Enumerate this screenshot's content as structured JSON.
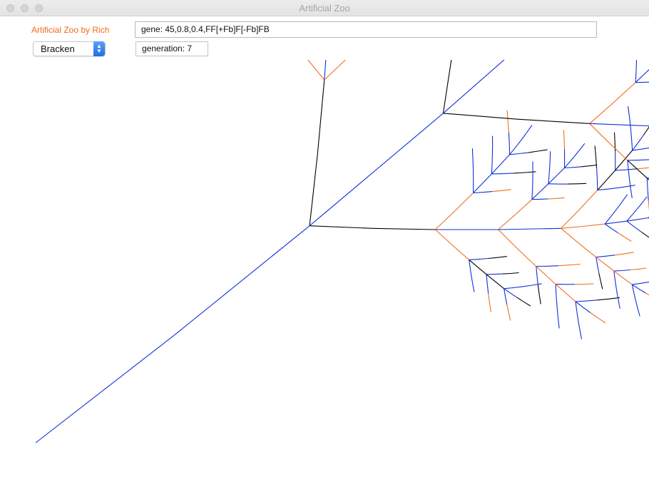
{
  "window": {
    "title": "Artificial Zoo"
  },
  "header": {
    "app_label": "Artificial Zoo by Rich",
    "gene_value": "gene: 45,0.8,0.4,FF[+Fb]F[-Fb]FB",
    "generation_value": "generation: 7",
    "species_selected": "Bracken"
  },
  "colors": {
    "accent_orange": "#f26a1b",
    "branch_black": "#000000",
    "branch_blue": "#1030d8",
    "branch_orange": "#f07020"
  },
  "drawing": {
    "icon": "fractal-fern-drawing",
    "description_source": "gene",
    "generations": 7
  }
}
